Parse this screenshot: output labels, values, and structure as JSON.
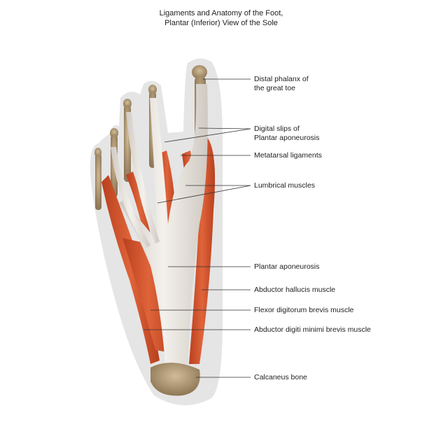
{
  "title": {
    "line1": "Ligaments and Anatomy of the Foot,",
    "line2": "Plantar (Inferior) View of the Sole"
  },
  "labels": {
    "distal_phalanx": {
      "line1": "Distal phalanx of",
      "line2": "the great toe"
    },
    "digital_slips": {
      "line1": "Digital slips of",
      "line2": "Plantar aponeurosis"
    },
    "metatarsal_ligaments": "Metatarsal ligaments",
    "lumbrical_muscles": "Lumbrical muscles",
    "plantar_aponeurosis": "Plantar aponeurosis",
    "abductor_hallucis": "Abductor hallucis muscle",
    "flexor_digitorum_brevis": "Flexor digitorum brevis muscle",
    "abductor_digiti_minimi": "Abductor digiti minimi brevis muscle",
    "calcaneus": "Calcaneus bone"
  },
  "colors": {
    "muscle": "#d4532a",
    "tendon": "#ece8e2",
    "bone": "#b59c78",
    "silhouette": "#e4e4e4",
    "leader": "#333333"
  }
}
